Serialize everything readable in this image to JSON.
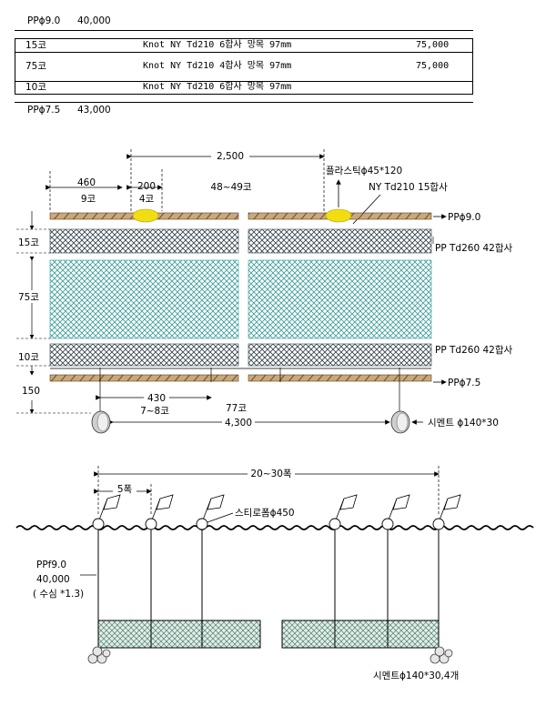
{
  "spec": {
    "top_rope": {
      "name": "PPϕ9.0",
      "count": "40,000"
    },
    "rows": [
      {
        "count": "15코",
        "desc": "Knot NY Td210 6합사 망목 97mm",
        "price": "75,000"
      },
      {
        "count": "75코",
        "desc": "Knot NY Td210 4합사 망목 97mm",
        "price": "75,000"
      },
      {
        "count": "10코",
        "desc": "Knot NY Td210 6합사 망목 97mm",
        "price": ""
      }
    ],
    "bottom_rope": {
      "name": "PPϕ7.5",
      "count": "43,000"
    }
  },
  "net_diagram": {
    "dims": {
      "span_2500": "2,500",
      "d460": "460",
      "k9": "9코",
      "d200": "200",
      "k4": "4코",
      "k48_49": "48~49코",
      "d430": "430",
      "k7_8": "7~8코",
      "k77": "77코",
      "d4300": "4,300",
      "h15": "15코",
      "h75": "75코",
      "h10": "10코",
      "h150": "150"
    },
    "labels": {
      "float": "플라스틱ϕ45*120",
      "ny_line": "NY Td210 15합사",
      "pp_top": "PPϕ9.0",
      "pp_td_1": "PP Td260 42합사",
      "pp_td_2": "PP Td260 42합사",
      "pp_bottom": "PPϕ7.5",
      "sinker": "시멘트 ϕ140*30"
    }
  },
  "setup_diagram": {
    "span_total": "20~30폭",
    "span_5": "5폭",
    "buoy": "스티로폼ϕ450",
    "rope_name": "PPf9.0",
    "rope_count": "40,000",
    "rope_note": "( 수심 *1.3)",
    "sinker": "시멘트ϕ140*30,4개"
  }
}
